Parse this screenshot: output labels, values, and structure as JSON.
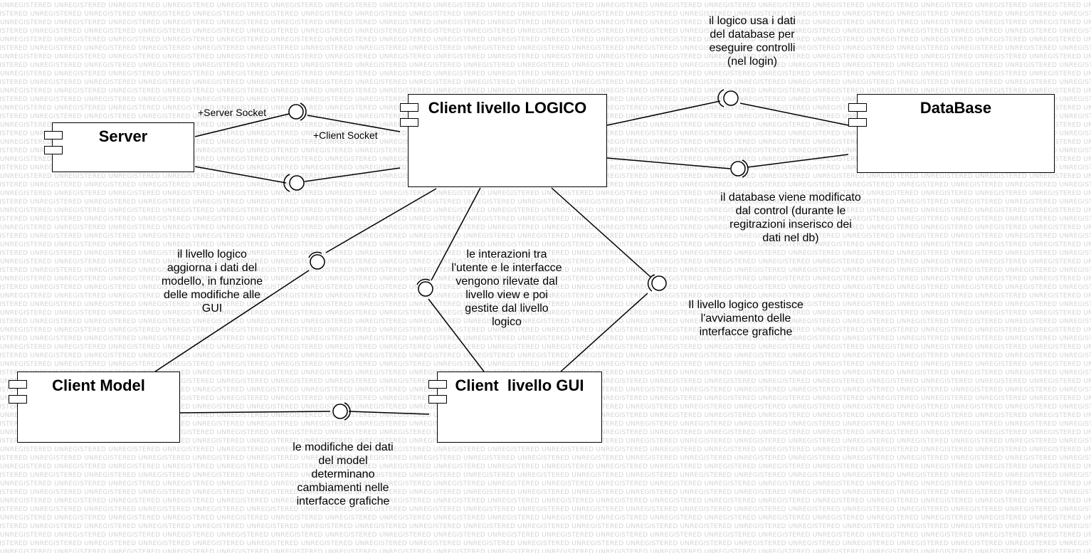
{
  "watermark": "UNREGISTERED",
  "components": {
    "server": "Server",
    "logic": "Client livello LOGICO",
    "database": "DataBase",
    "model": "Client Model",
    "gui": "Client  livello GUI"
  },
  "ports": {
    "server_socket": "+Server Socket",
    "client_socket": "+Client Socket"
  },
  "notes": {
    "logic_uses_db": "il logico usa i dati\ndel database per\neseguire controlli\n(nel login)",
    "db_modified": "il database viene modificato\ndal control (durante le\nregitrazioni inserisco dei\ndati nel db)",
    "logic_updates_model": "il livello logico\naggiorna i dati del\nmodello, in funzione\ndelle modifiche alle\nGUI",
    "interactions": "le interazioni tra\nl'utente e le interfacce\nvengono rilevate dal\nlivello view e poi\ngestite dal livello\nlogico",
    "logic_starts_gui": "Il livello logico gestisce\nl'avviamento delle\ninterfacce grafiche",
    "model_changes": "le modifiche dei dati\ndel model\ndeterminano\ncambiamenti nelle\ninterfacce grafiche"
  },
  "colors": {
    "stroke": "#000000",
    "watermark": "#d4d4d4",
    "background": "#ffffff"
  }
}
